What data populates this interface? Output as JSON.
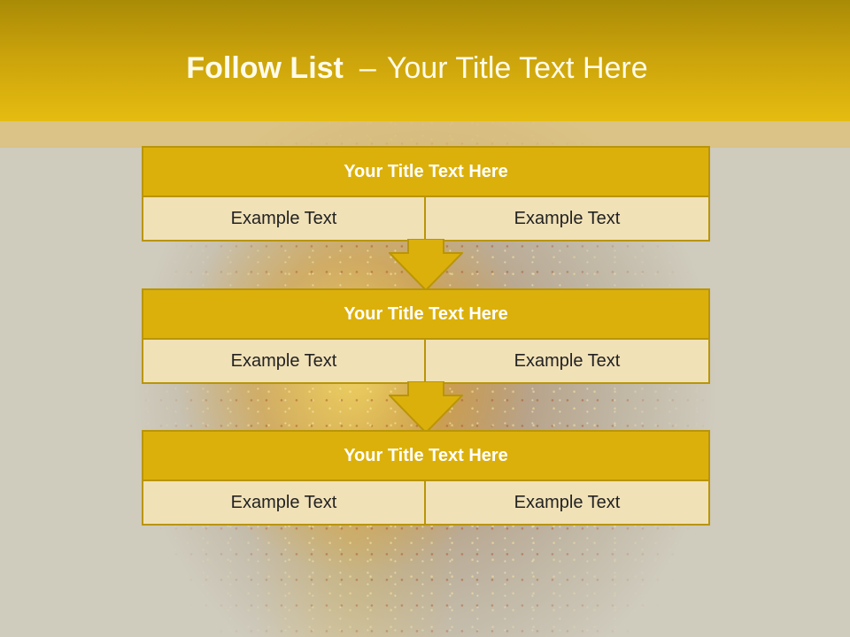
{
  "header": {
    "title_bold": "Follow List",
    "title_separator": "–",
    "title_rest": "Your Title Text Here"
  },
  "blocks": [
    {
      "title": "Your Title Text Here",
      "cells": [
        "Example Text",
        "Example Text"
      ]
    },
    {
      "title": "Your Title Text Here",
      "cells": [
        "Example Text",
        "Example Text"
      ]
    },
    {
      "title": "Your Title Text Here",
      "cells": [
        "Example Text",
        "Example Text"
      ]
    }
  ],
  "colors": {
    "header_gold": "#e5bc10",
    "block_title_fill": "#dcb00b",
    "cell_fill": "#f1e1b7",
    "border": "#b99507"
  }
}
